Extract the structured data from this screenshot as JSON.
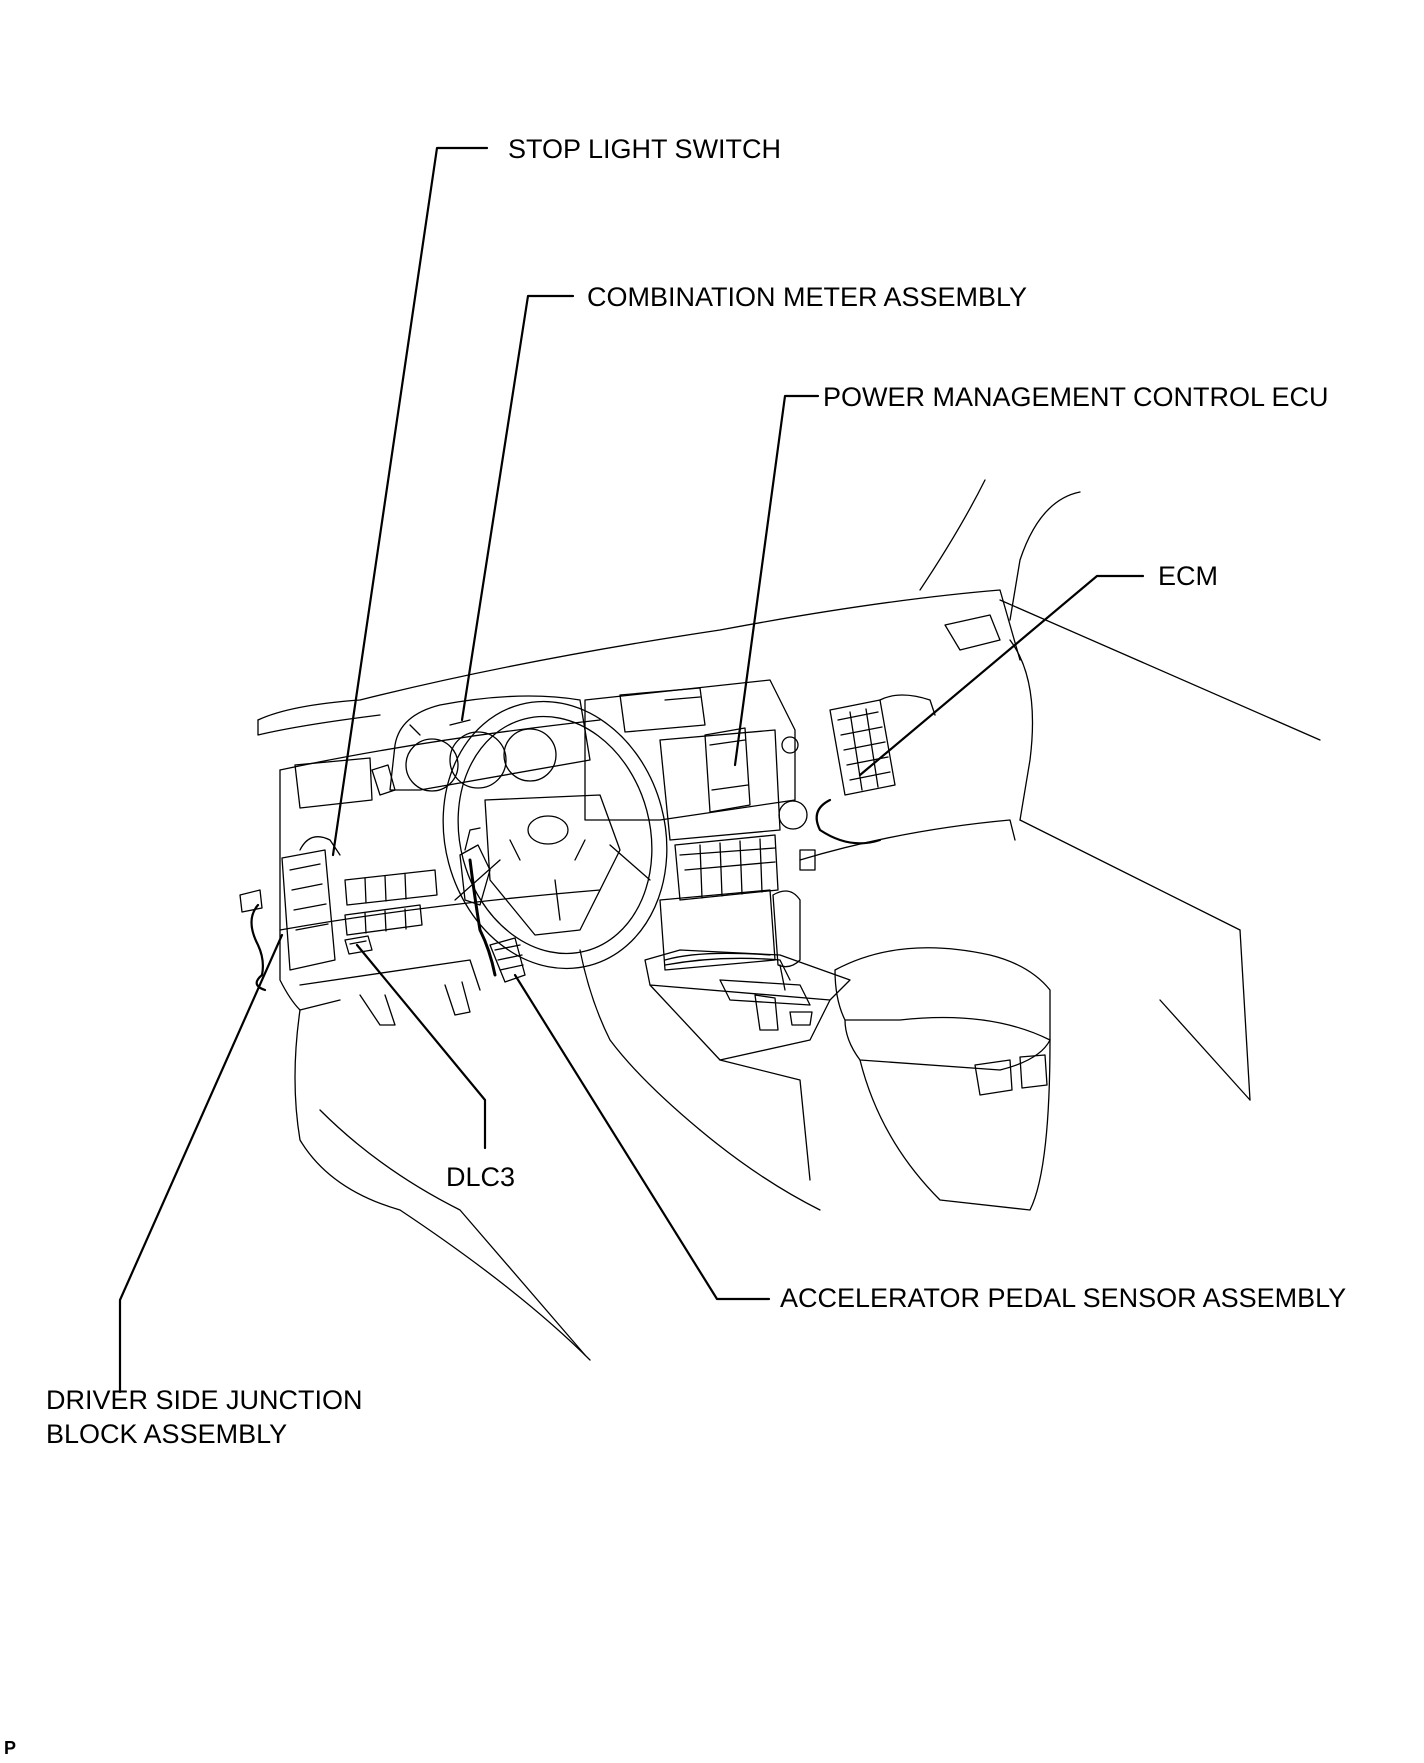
{
  "labels": {
    "stop_light_switch": "STOP LIGHT SWITCH",
    "combination_meter": "COMBINATION METER ASSEMBLY",
    "power_mgmt_ecu": "POWER MANAGEMENT CONTROL ECU",
    "ecm": "ECM",
    "dlc3": "DLC3",
    "accelerator_pedal": "ACCELERATOR PEDAL SENSOR ASSEMBLY",
    "junction_block_line1": "DRIVER SIDE JUNCTION",
    "junction_block_line2": "BLOCK ASSEMBLY"
  },
  "footer_code": "P"
}
